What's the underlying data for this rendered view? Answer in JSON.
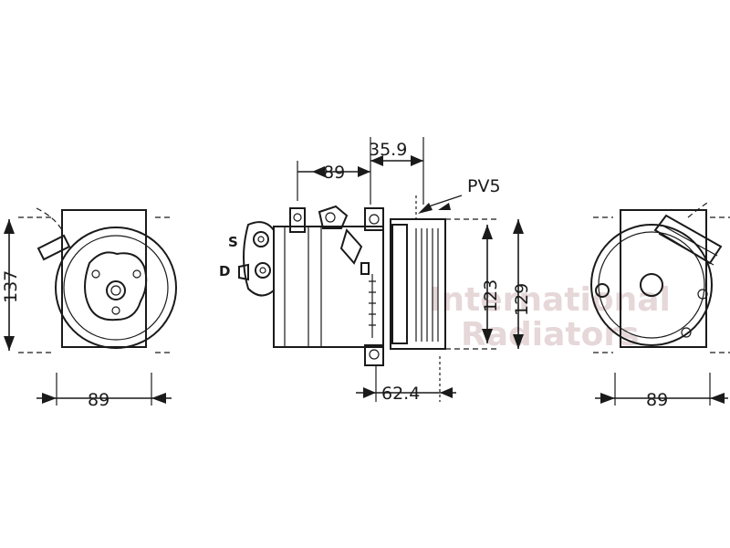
{
  "dimensions": {
    "left_height": "137",
    "left_width": "89",
    "side_top_left": "89",
    "side_top_right": "35.9",
    "side_belt": "PV5",
    "side_inner_height": "123",
    "side_outer_height": "129",
    "side_bottom": "62.4",
    "right_width": "89"
  },
  "port_labels": {
    "suction": "S",
    "discharge": "D"
  },
  "watermark": {
    "line1": "International",
    "line2": "Radiators"
  },
  "colors": {
    "line": "#1a1a1a",
    "watermark": "#e6d7d9",
    "background": "#ffffff"
  }
}
